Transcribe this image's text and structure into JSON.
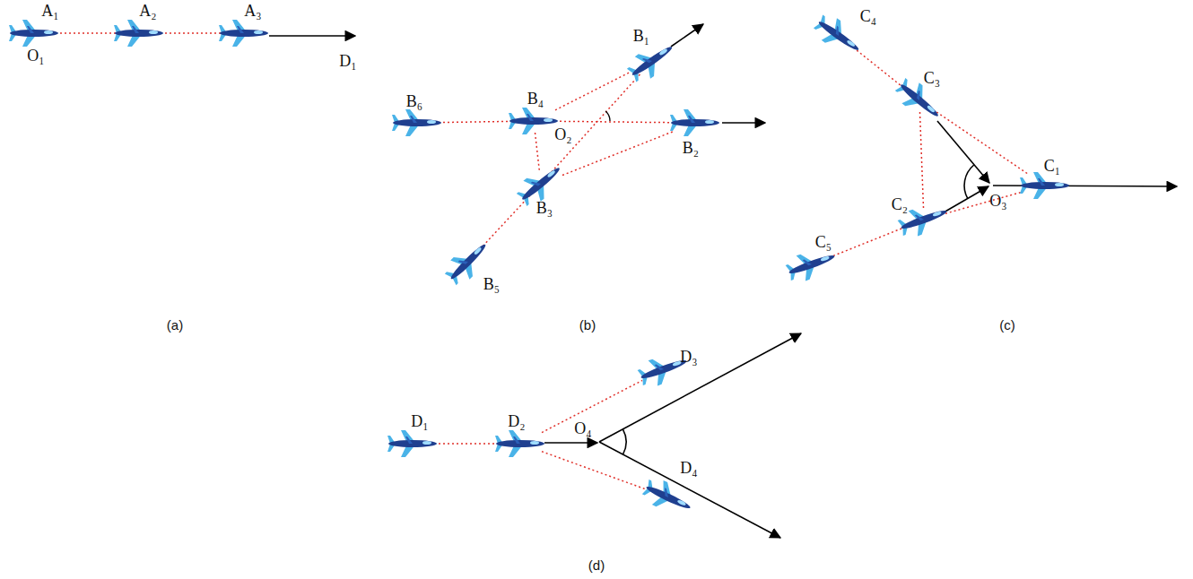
{
  "diagram": {
    "nodes": [
      {
        "text": [
          "A₁"
        ]
      },
      {
        "text": [
          "A₂"
        ]
      },
      {
        "text": [
          "A₃"
        ]
      },
      {
        "text": [
          "B₁"
        ]
      },
      {
        "text": [
          "B₂"
        ]
      },
      {
        "text": [
          "B₃"
        ]
      },
      {
        "text": [
          "B₄"
        ]
      },
      {
        "text": [
          "B₅"
        ]
      },
      {
        "text": [
          "B₆"
        ]
      },
      {
        "text": [
          "C₁"
        ]
      },
      {
        "text": [
          "C₂"
        ]
      },
      {
        "text": [
          "C₃"
        ]
      },
      {
        "text": [
          "C₄"
        ]
      },
      {
        "text": [
          "C₅"
        ]
      },
      {
        "text": [
          "D₁"
        ]
      },
      {
        "text": [
          "D₂"
        ]
      },
      {
        "text": [
          "D₃"
        ]
      },
      {
        "text": [
          "D₄"
        ]
      }
    ],
    "edges": [
      {
        "from": 0,
        "to": 1,
        "arrow": "none"
      },
      {
        "from": 1,
        "to": 2,
        "arrow": "none"
      },
      {
        "from": 8,
        "to": 6,
        "arrow": "none"
      },
      {
        "from": 6,
        "to": 4,
        "arrow": "none"
      },
      {
        "from": 6,
        "to": 3,
        "arrow": "none"
      },
      {
        "from": 6,
        "to": 5,
        "arrow": "none"
      },
      {
        "from": 5,
        "to": 7,
        "arrow": "none"
      },
      {
        "from": 5,
        "to": 3,
        "arrow": "none"
      },
      {
        "from": 5,
        "to": 4,
        "arrow": "none"
      },
      {
        "from": 12,
        "to": 11,
        "arrow": "none"
      },
      {
        "from": 11,
        "to": 9,
        "arrow": "none"
      },
      {
        "from": 11,
        "to": 10,
        "arrow": "none"
      },
      {
        "from": 10,
        "to": 9,
        "arrow": "none"
      },
      {
        "from": 13,
        "to": 10,
        "arrow": "none"
      },
      {
        "from": 14,
        "to": 15,
        "arrow": "none"
      },
      {
        "from": 15,
        "to": 16,
        "arrow": "none"
      },
      {
        "from": 15,
        "to": 17,
        "arrow": "none"
      }
    ],
    "labels": [
      "O₁",
      "D₁",
      "O₂",
      "O₃",
      "O₄",
      "(a)",
      "(b)",
      "(c)",
      "(d)"
    ]
  }
}
